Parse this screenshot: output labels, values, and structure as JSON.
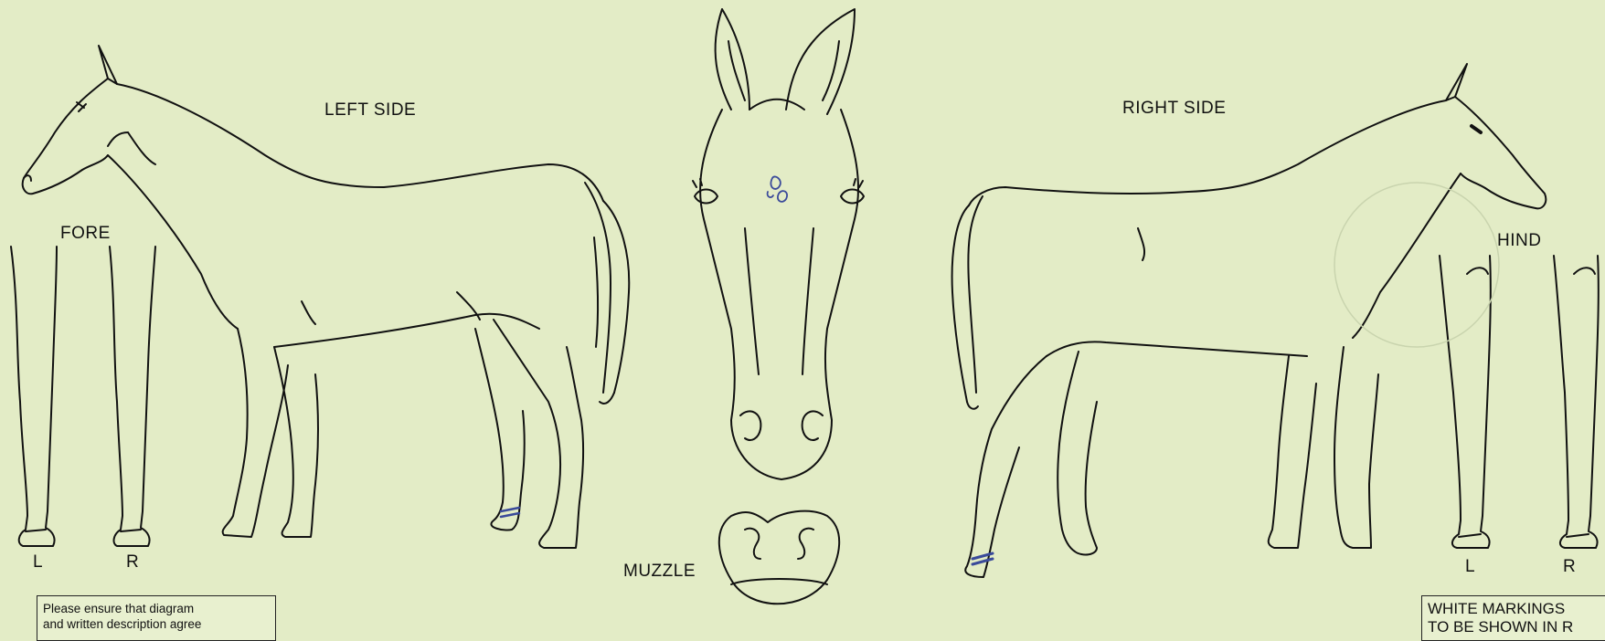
{
  "labels": {
    "left_side": "LEFT SIDE",
    "right_side": "RIGHT SIDE",
    "fore": "FORE",
    "hind": "HIND",
    "muzzle": "MUZZLE",
    "fore_left": "L",
    "fore_right": "R",
    "hind_left": "L",
    "hind_right": "R"
  },
  "instructions": {
    "line1": "Please ensure that diagram",
    "line2": "and written description agree"
  },
  "markings_note": {
    "line1": "WHITE MARKINGS",
    "line2": "TO BE SHOWN IN R"
  },
  "colors": {
    "background": "#e3ecc6",
    "ink": "#111111",
    "marking_ink": "#3a4a9a"
  }
}
